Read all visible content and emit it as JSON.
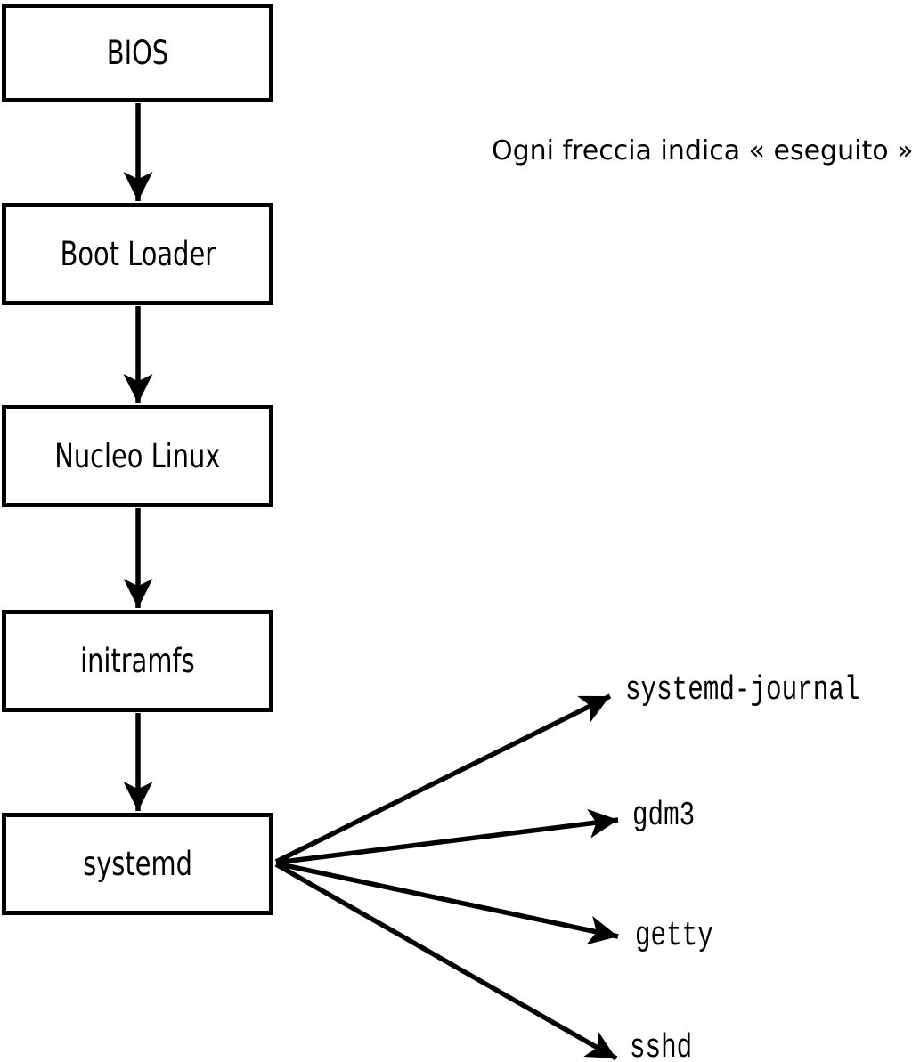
{
  "caption": "Ogni freccia indica « eseguito ».",
  "nodes": [
    {
      "id": "bios",
      "label": "BIOS"
    },
    {
      "id": "boot-loader",
      "label": "Boot Loader"
    },
    {
      "id": "nucleo-linux",
      "label": "Nucleo Linux"
    },
    {
      "id": "initramfs",
      "label": "initramfs"
    },
    {
      "id": "systemd",
      "label": "systemd"
    }
  ],
  "services": [
    {
      "id": "systemd-journal",
      "label": "systemd-journal"
    },
    {
      "id": "gdm3",
      "label": "gdm3"
    },
    {
      "id": "getty",
      "label": "getty"
    },
    {
      "id": "sshd",
      "label": "sshd"
    }
  ],
  "colors": {
    "line": "#000000",
    "background": "#ffffff",
    "text": "#000000"
  }
}
